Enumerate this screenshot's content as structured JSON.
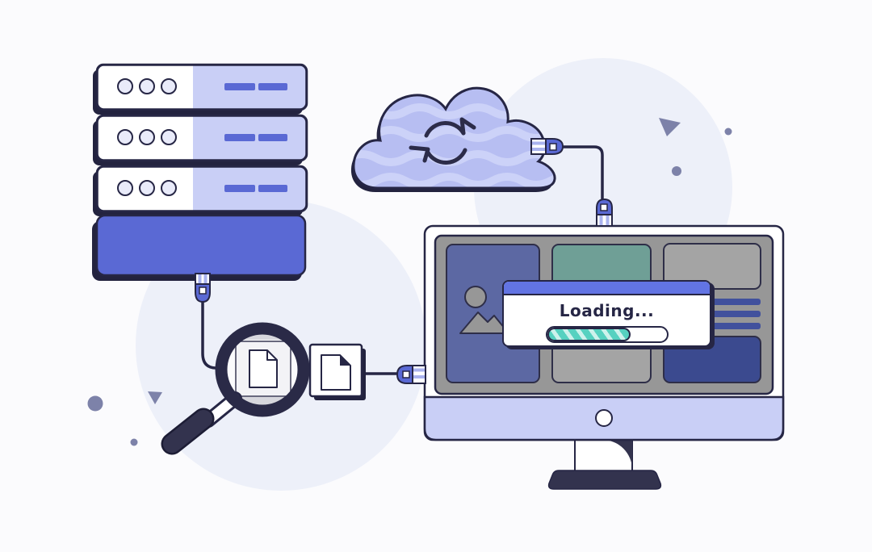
{
  "dialog": {
    "label": "Loading...",
    "progress_percent": 70
  },
  "icons": {
    "sync-icon": "circular refresh arrows inside cloud",
    "document-icon": "page with folded corner",
    "magnifier-icon": "magnifying glass over document",
    "image-placeholder-icon": "circle and mountains",
    "server-indicator-lights": "three circles",
    "power-button": "circle on monitor chin"
  },
  "colors": {
    "bg": "#fbfbfd",
    "white": "#ffffff",
    "ink": "#262645",
    "ink-shadow": "#23233f",
    "accent": "#5a69d4",
    "accent-stripe": "#aab3ef",
    "header-blue": "#6274e3",
    "lavender": "#c9cff6",
    "lavender-pale": "#e9ebfa",
    "cloud": "#b7bef2",
    "cloud-wave": "#ccd2f8",
    "screen-gray": "#979797",
    "card-gray": "#a4a4a4",
    "slate": "#5c68a3",
    "teal-card": "#6f9f96",
    "navy-card": "#3b4a8f",
    "bar-navy": "#41519d",
    "progress-teal": "#56d1c0",
    "progress-stripe": "#cdf2ec",
    "stand-dark": "#33334e",
    "decor": "#7d82a9",
    "blob": "#edf0f9",
    "lens-band": "#d7d7dd",
    "lens-bg": "#fafafc"
  }
}
